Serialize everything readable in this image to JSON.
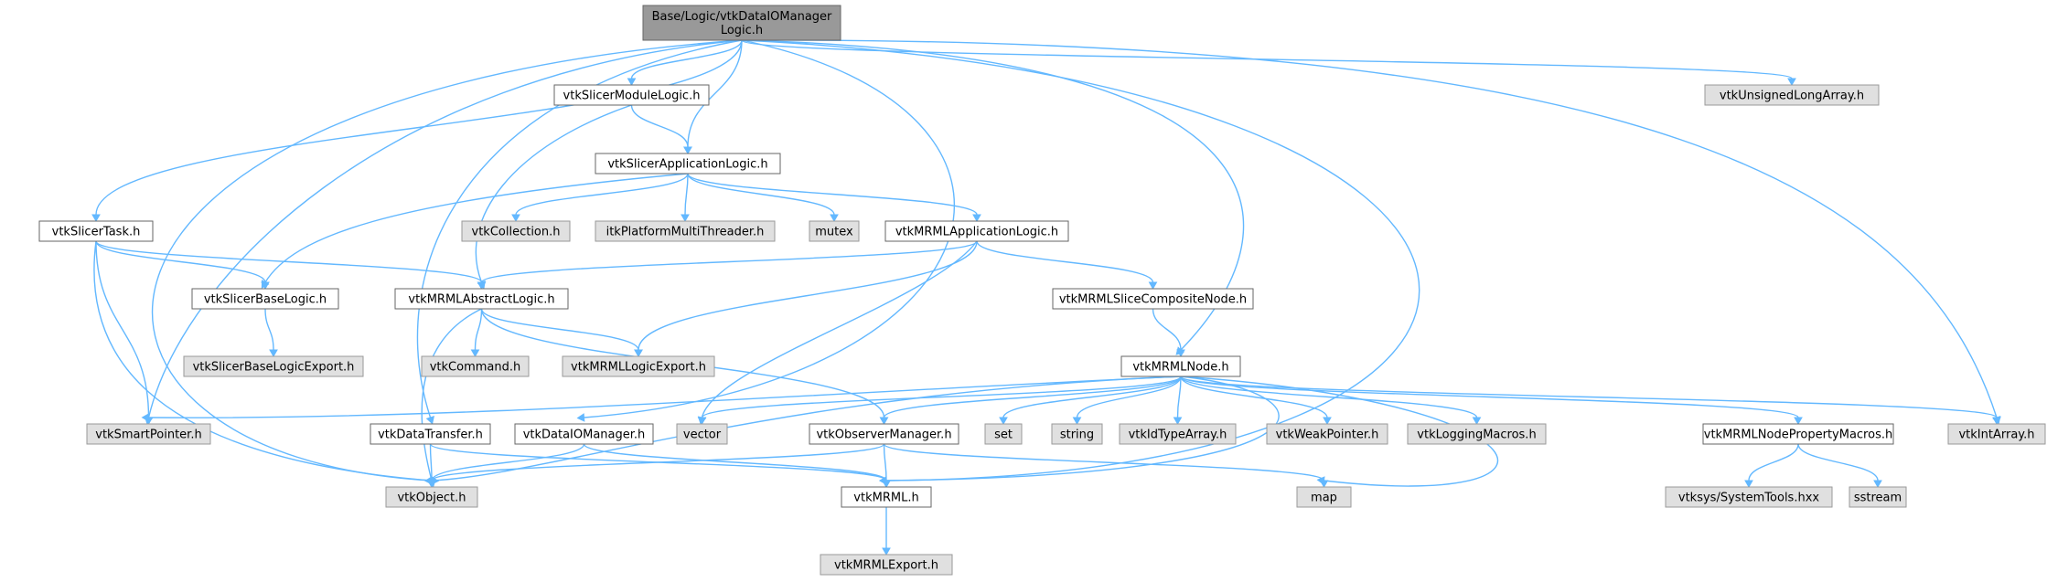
{
  "colors": {
    "edge": "#63b8ff",
    "root_fill": "#999999",
    "root_border": "#666666",
    "documented_fill": "#ffffff",
    "documented_border": "#666666",
    "external_fill": "#e0e0e0",
    "external_border": "#999999"
  },
  "nodes": {
    "root": {
      "lines": [
        "Base/Logic/vtkDataIOManager",
        "Logic.h"
      ],
      "kind": "root"
    },
    "slicerModuleLogic": {
      "lines": [
        "vtkSlicerModuleLogic.h"
      ],
      "kind": "documented"
    },
    "unsignedLongArray": {
      "lines": [
        "vtkUnsignedLongArray.h"
      ],
      "kind": "external"
    },
    "slicerApplicationLogic": {
      "lines": [
        "vtkSlicerApplicationLogic.h"
      ],
      "kind": "documented"
    },
    "slicerTask": {
      "lines": [
        "vtkSlicerTask.h"
      ],
      "kind": "documented"
    },
    "collection": {
      "lines": [
        "vtkCollection.h"
      ],
      "kind": "external"
    },
    "itkThreader": {
      "lines": [
        "itkPlatformMultiThreader.h"
      ],
      "kind": "external"
    },
    "mutex": {
      "lines": [
        "mutex"
      ],
      "kind": "external"
    },
    "mrmlApplicationLogic": {
      "lines": [
        "vtkMRMLApplicationLogic.h"
      ],
      "kind": "documented"
    },
    "slicerBaseLogic": {
      "lines": [
        "vtkSlicerBaseLogic.h"
      ],
      "kind": "documented"
    },
    "mrmlAbstractLogic": {
      "lines": [
        "vtkMRMLAbstractLogic.h"
      ],
      "kind": "documented"
    },
    "sliceCompositeNode": {
      "lines": [
        "vtkMRMLSliceCompositeNode.h"
      ],
      "kind": "documented"
    },
    "slicerBaseLogicExport": {
      "lines": [
        "vtkSlicerBaseLogicExport.h"
      ],
      "kind": "external"
    },
    "command": {
      "lines": [
        "vtkCommand.h"
      ],
      "kind": "external"
    },
    "mrmlLogicExport": {
      "lines": [
        "vtkMRMLLogicExport.h"
      ],
      "kind": "external"
    },
    "mrmlNode": {
      "lines": [
        "vtkMRMLNode.h"
      ],
      "kind": "documented"
    },
    "smartPointer": {
      "lines": [
        "vtkSmartPointer.h"
      ],
      "kind": "external"
    },
    "dataTransfer": {
      "lines": [
        "vtkDataTransfer.h"
      ],
      "kind": "documented"
    },
    "dataIOManager": {
      "lines": [
        "vtkDataIOManager.h"
      ],
      "kind": "documented"
    },
    "vector": {
      "lines": [
        "vector"
      ],
      "kind": "external"
    },
    "observerManager": {
      "lines": [
        "vtkObserverManager.h"
      ],
      "kind": "documented"
    },
    "set": {
      "lines": [
        "set"
      ],
      "kind": "external"
    },
    "string": {
      "lines": [
        "string"
      ],
      "kind": "external"
    },
    "idTypeArray": {
      "lines": [
        "vtkIdTypeArray.h"
      ],
      "kind": "external"
    },
    "weakPointer": {
      "lines": [
        "vtkWeakPointer.h"
      ],
      "kind": "external"
    },
    "loggingMacros": {
      "lines": [
        "vtkLoggingMacros.h"
      ],
      "kind": "external"
    },
    "nodePropertyMacros": {
      "lines": [
        "vtkMRMLNodePropertyMacros.h"
      ],
      "kind": "documented"
    },
    "intArray": {
      "lines": [
        "vtkIntArray.h"
      ],
      "kind": "external"
    },
    "object": {
      "lines": [
        "vtkObject.h"
      ],
      "kind": "external"
    },
    "mrml": {
      "lines": [
        "vtkMRML.h"
      ],
      "kind": "documented"
    },
    "map": {
      "lines": [
        "map"
      ],
      "kind": "external"
    },
    "systemTools": {
      "lines": [
        "vtksys/SystemTools.hxx"
      ],
      "kind": "external"
    },
    "sstream": {
      "lines": [
        "sstream"
      ],
      "kind": "external"
    },
    "mrmlExport": {
      "lines": [
        "vtkMRMLExport.h"
      ],
      "kind": "external"
    }
  }
}
